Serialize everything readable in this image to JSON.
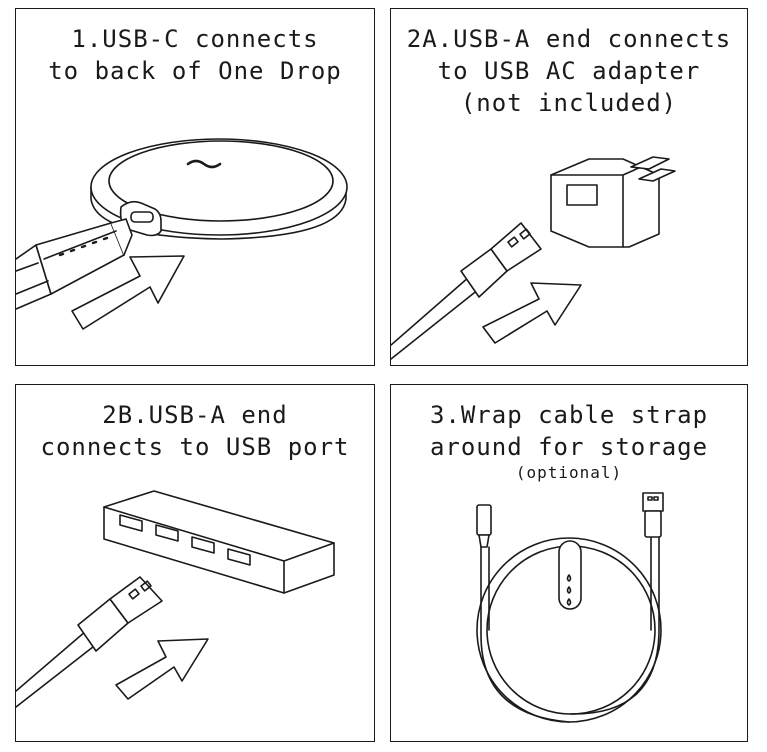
{
  "panels": [
    {
      "id": "step-1",
      "lines": [
        "1.USB-C connects",
        "to back of One Drop"
      ]
    },
    {
      "id": "step-2a",
      "lines": [
        "2A.USB-A end connects",
        "to USB AC adapter",
        "(not included)"
      ]
    },
    {
      "id": "step-2b",
      "lines": [
        "2B.USB-A end",
        "connects to USB port"
      ]
    },
    {
      "id": "step-3",
      "lines": [
        "3.Wrap cable strap",
        "around for storage"
      ],
      "note": "(optional)"
    }
  ],
  "colors": {
    "ink": "#1a1a1a",
    "fill": "#ffffff"
  },
  "icons": [
    "one-drop-device-icon",
    "usb-c-cable-icon",
    "usb-a-cable-icon",
    "ac-adapter-icon",
    "usb-hub-icon",
    "arrow-icon",
    "coiled-cable-icon"
  ]
}
